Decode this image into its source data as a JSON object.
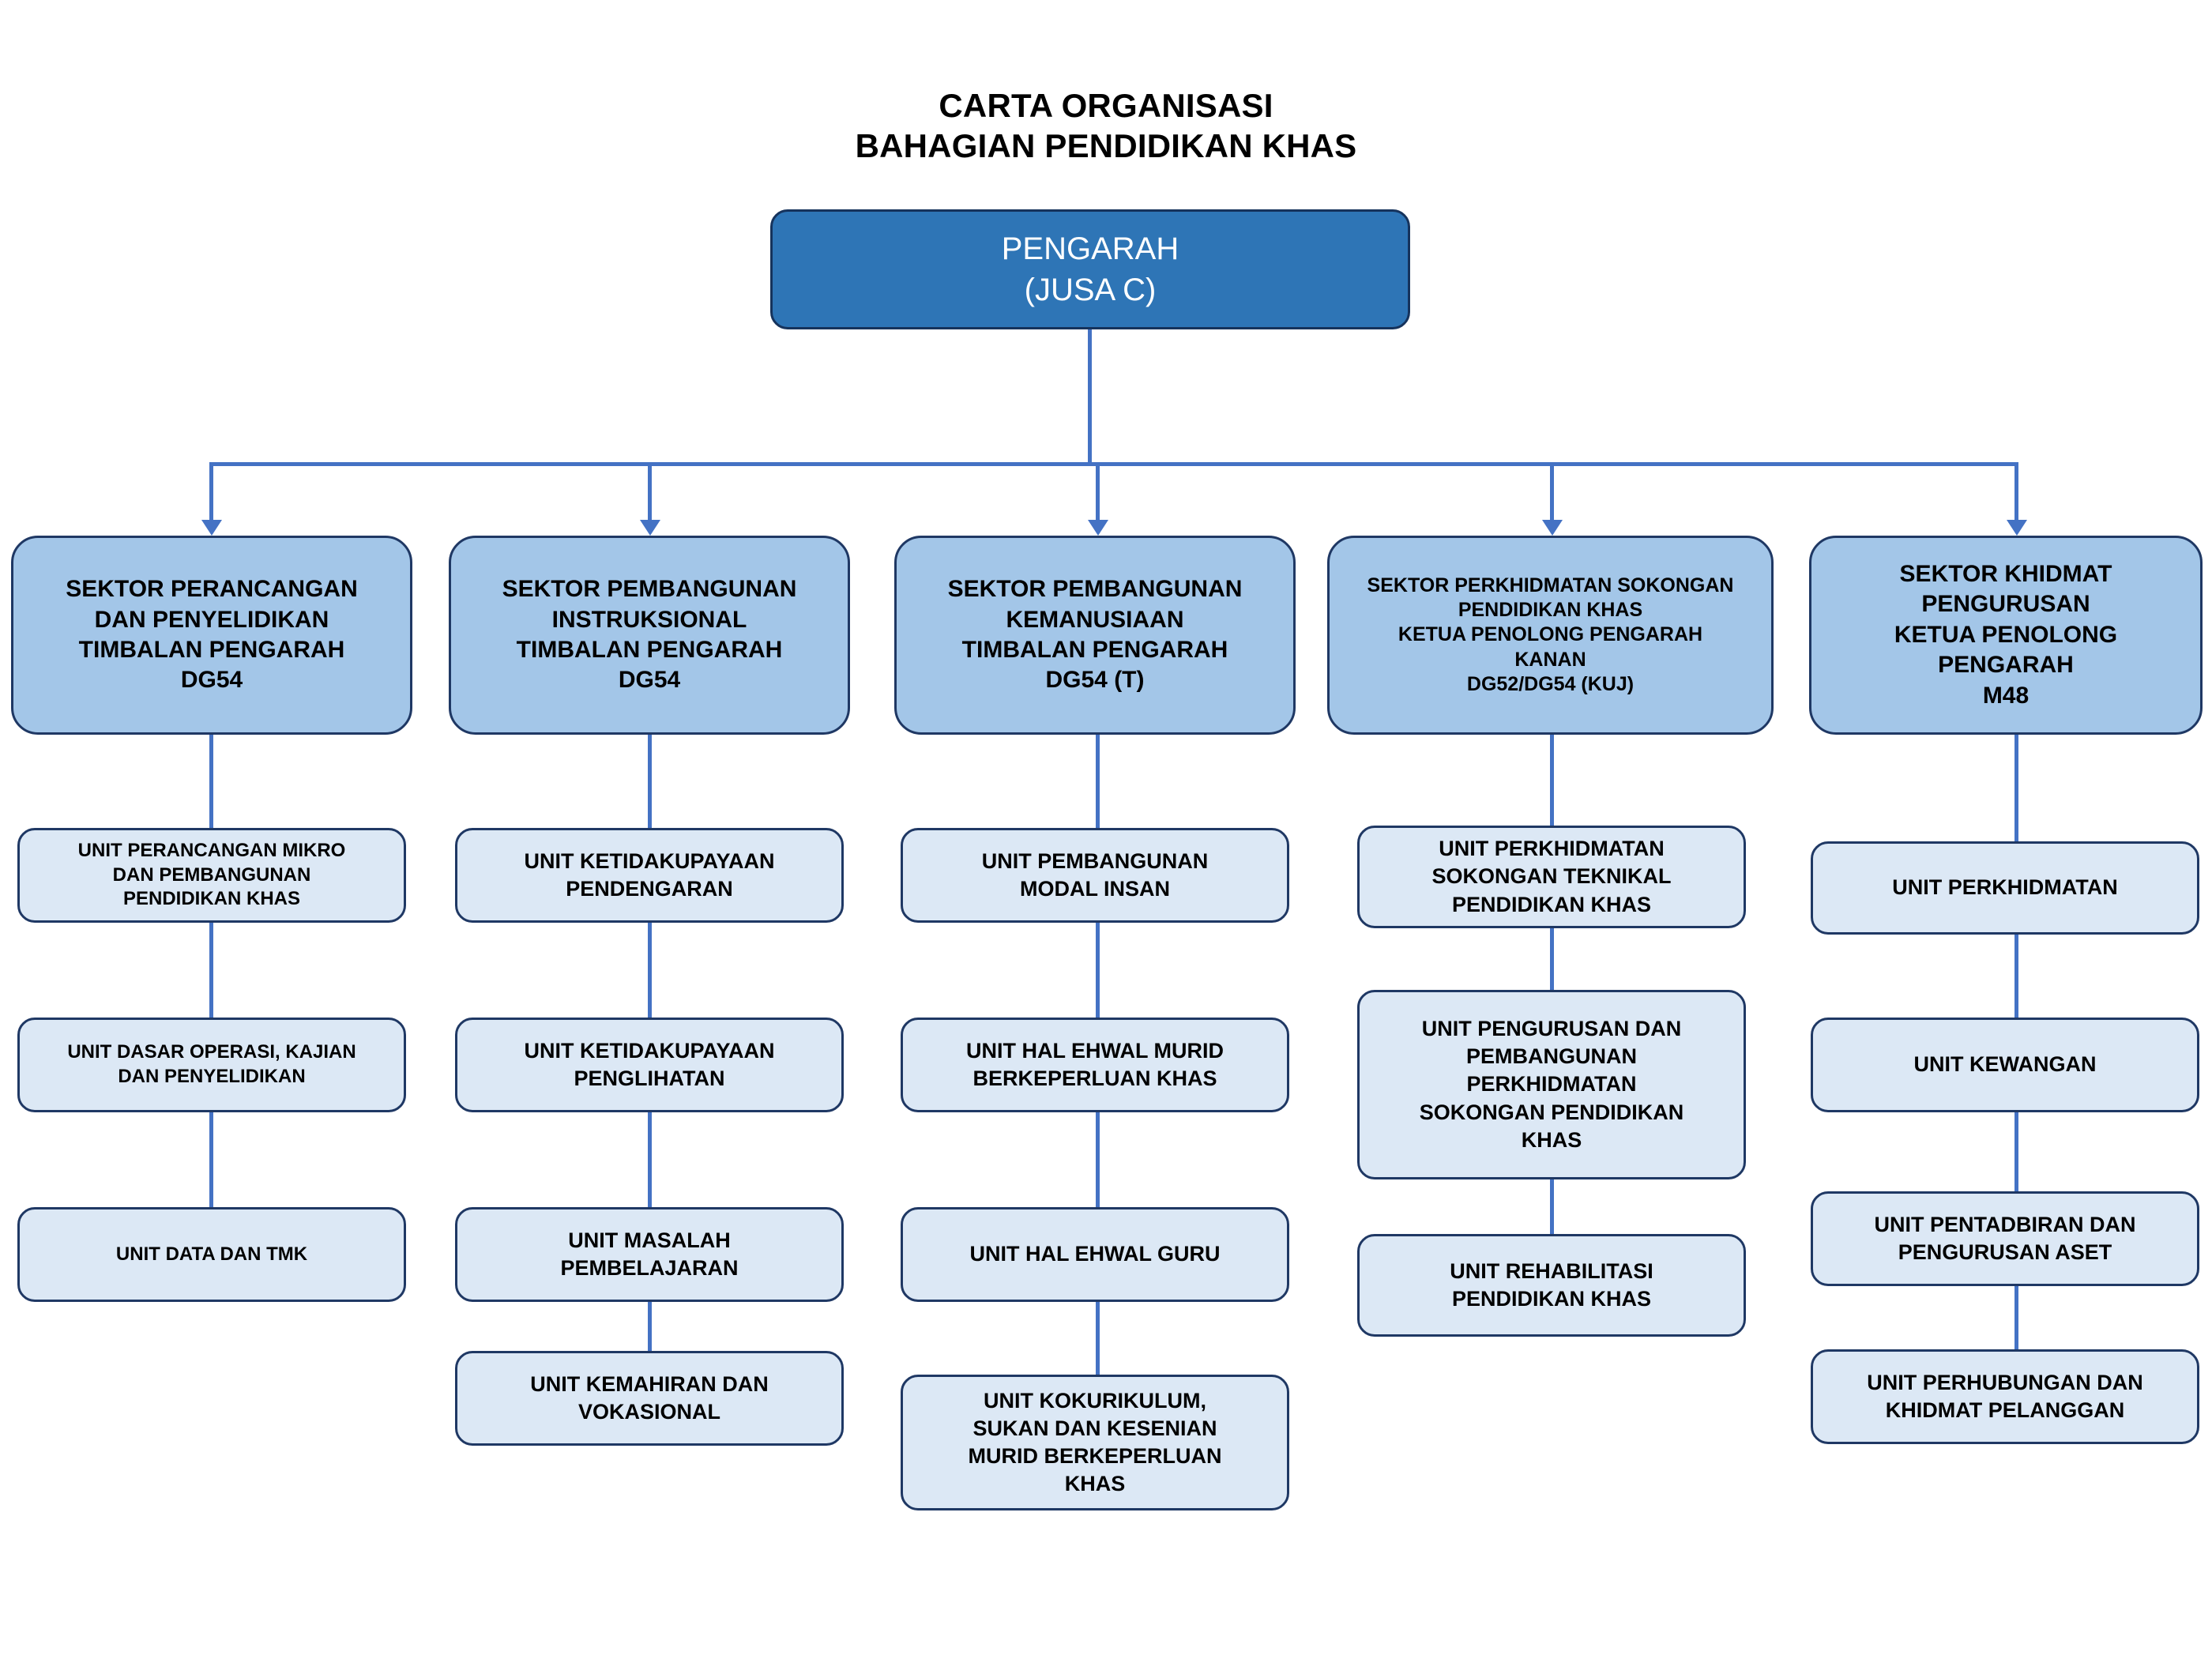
{
  "chart_data": {
    "type": "diagram",
    "diagram_type": "organization-chart",
    "title_line1": "CARTA ORGANISASI",
    "title_line2": "BAHAGIAN PENDIDIKAN KHAS",
    "colors": {
      "root_fill": "#2E75B6",
      "root_text": "#FFFFFF",
      "sector_fill": "#A3C6E8",
      "unit_fill": "#DCE8F5",
      "border": "#1F3864",
      "connector": "#4472C4",
      "background": "#FFFFFF"
    },
    "root": {
      "label": "PENGARAH\n(JUSA C)",
      "line1": "PENGARAH",
      "line2": "(JUSA C)"
    },
    "branches": [
      {
        "sector": "SEKTOR PERANCANGAN\nDAN PENYELIDIKAN\nTIMBALAN PENGARAH\nDG54",
        "units": [
          "UNIT PERANCANGAN MIKRO\nDAN PEMBANGUNAN\nPENDIDIKAN KHAS",
          "UNIT DASAR OPERASI, KAJIAN\nDAN PENYELIDIKAN",
          "UNIT DATA DAN TMK"
        ]
      },
      {
        "sector": "SEKTOR PEMBANGUNAN\nINSTRUKSIONAL\nTIMBALAN PENGARAH\nDG54",
        "units": [
          "UNIT KETIDAKUPAYAAN\nPENDENGARAN",
          "UNIT KETIDAKUPAYAAN\nPENGLIHATAN",
          "UNIT MASALAH\nPEMBELAJARAN",
          "UNIT KEMAHIRAN DAN\nVOKASIONAL"
        ]
      },
      {
        "sector": "SEKTOR PEMBANGUNAN\nKEMANUSIAAN\nTIMBALAN PENGARAH\nDG54 (T)",
        "units": [
          "UNIT PEMBANGUNAN\nMODAL INSAN",
          "UNIT HAL EHWAL MURID\nBERKEPERLUAN KHAS",
          "UNIT HAL EHWAL GURU",
          "UNIT KOKURIKULUM,\nSUKAN DAN KESENIAN\nMURID BERKEPERLUAN\nKHAS"
        ]
      },
      {
        "sector": "SEKTOR PERKHIDMATAN SOKONGAN\nPENDIDIKAN KHAS\nKETUA PENOLONG PENGARAH\nKANAN\nDG52/DG54 (KUJ)",
        "units": [
          "UNIT PERKHIDMATAN\nSOKONGAN TEKNIKAL\nPENDIDIKAN KHAS",
          "UNIT PENGURUSAN DAN\nPEMBANGUNAN\nPERKHIDMATAN\nSOKONGAN PENDIDIKAN\nKHAS",
          "UNIT REHABILITASI\nPENDIDIKAN KHAS"
        ]
      },
      {
        "sector": "SEKTOR KHIDMAT\nPENGURUSAN\nKETUA PENOLONG\nPENGARAH\nM48",
        "units": [
          "UNIT PERKHIDMATAN",
          "UNIT KEWANGAN",
          "UNIT PENTADBIRAN DAN\nPENGURUSAN ASET",
          "UNIT PERHUBUNGAN DAN\nKHIDMAT PELANGGAN"
        ]
      }
    ]
  }
}
